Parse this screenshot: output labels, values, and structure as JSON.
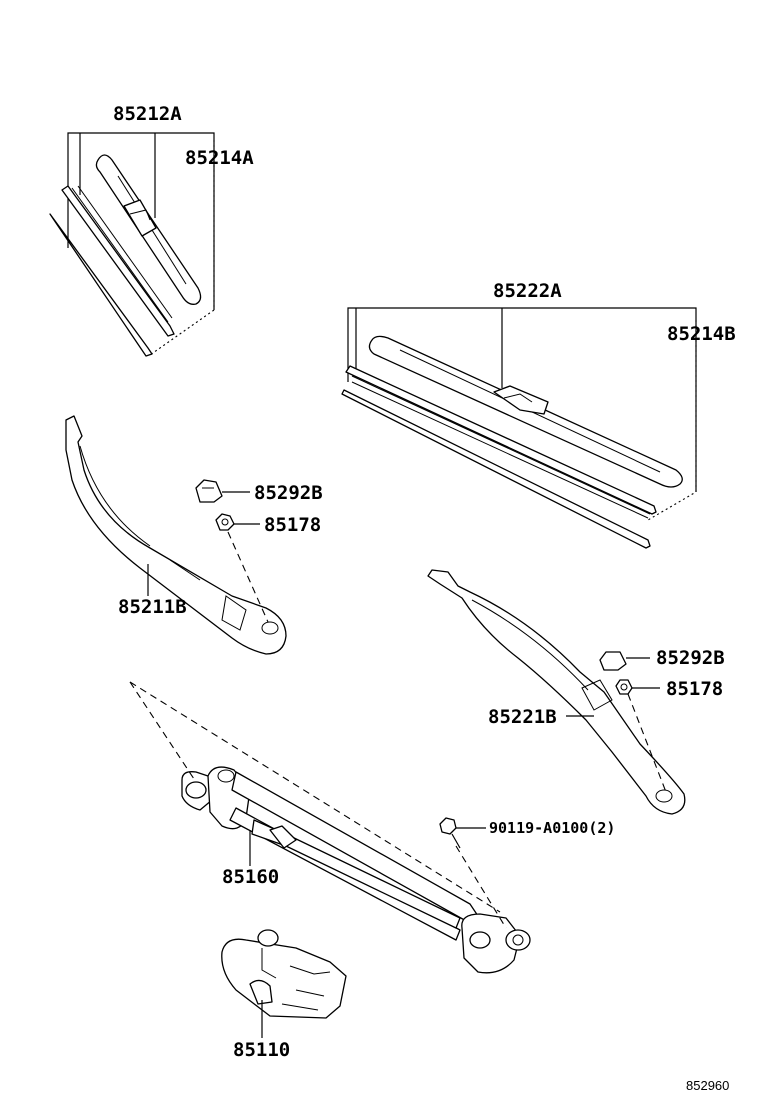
{
  "parts": {
    "p85212A": "85212A",
    "p85214A": "85214A",
    "p85222A": "85222A",
    "p85214B": "85214B",
    "p85292B_left": "85292B",
    "p85178_left": "85178",
    "p85211B": "85211B",
    "p85292B_right": "85292B",
    "p85178_right": "85178",
    "p85221B": "85221B",
    "p90119": "90119-A0100(2)",
    "p85160": "85160",
    "p85110": "85110"
  },
  "figure_code": "852960"
}
